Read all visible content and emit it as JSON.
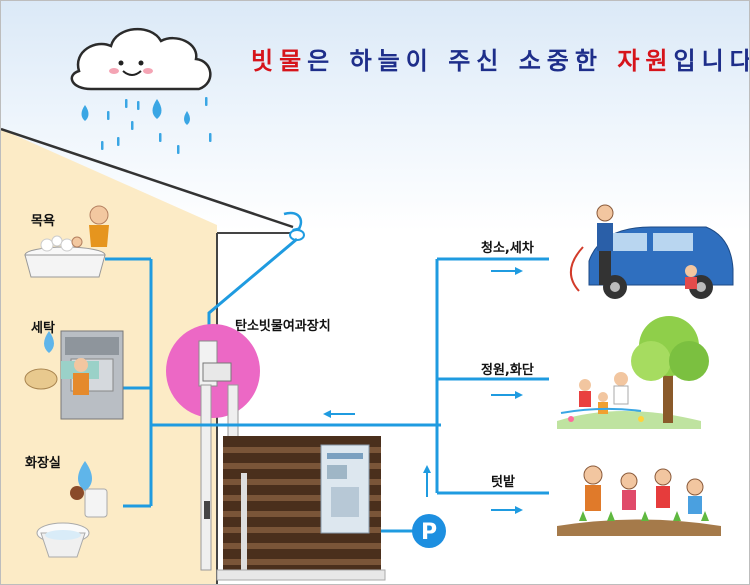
{
  "title": {
    "part1": "빗물",
    "part2": "은 하늘이 주신 소중한 ",
    "part3": "자원",
    "part4": "입니다"
  },
  "device_label": "탄소빗물여과장치",
  "left_uses": [
    {
      "label": "목욕"
    },
    {
      "label": "세탁"
    },
    {
      "label": "화장실"
    }
  ],
  "right_uses": [
    {
      "label": "청소,세차"
    },
    {
      "label": "정원,화단"
    },
    {
      "label": "텃밭"
    }
  ],
  "pump_label": "P",
  "colors": {
    "pipe": "#1f9be0",
    "title_blue": "#1e2e8a",
    "title_red": "#d6141b",
    "house_wall": "#fcebc6",
    "filter_circle": "#ec68c5",
    "pump": "#1d8fe0"
  }
}
